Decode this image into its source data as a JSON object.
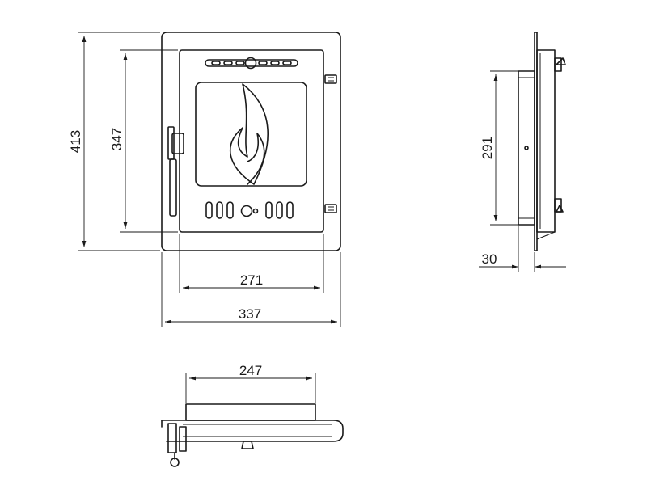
{
  "dimensions": {
    "overall_height": "413",
    "inner_height": "347",
    "inner_width": "271",
    "overall_width": "337",
    "side_height": "291",
    "side_depth": "30",
    "bottom_width": "247"
  }
}
